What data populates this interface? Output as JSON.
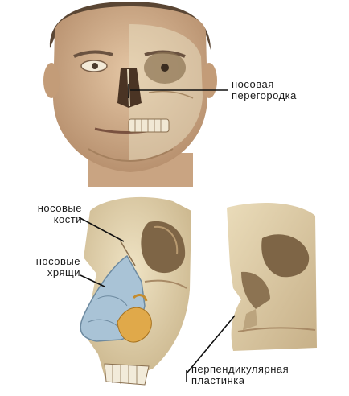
{
  "labels": {
    "septum_line1": "носовая",
    "septum_line2": "перегородка",
    "bones_line1": "носовые",
    "bones_line2": "кости",
    "cartilage_line1": "носовые",
    "cartilage_line2": "хрящи",
    "plate_line1": "перпендикулярная",
    "plate_line2": "пластинка"
  },
  "colors": {
    "background": "#ffffff",
    "skin": "#d8b896",
    "bone": "#e3d3ae",
    "cartilage_blue": "#a9c3d6",
    "cartilage_orange": "#e0a94a",
    "leader_line": "#111111"
  }
}
